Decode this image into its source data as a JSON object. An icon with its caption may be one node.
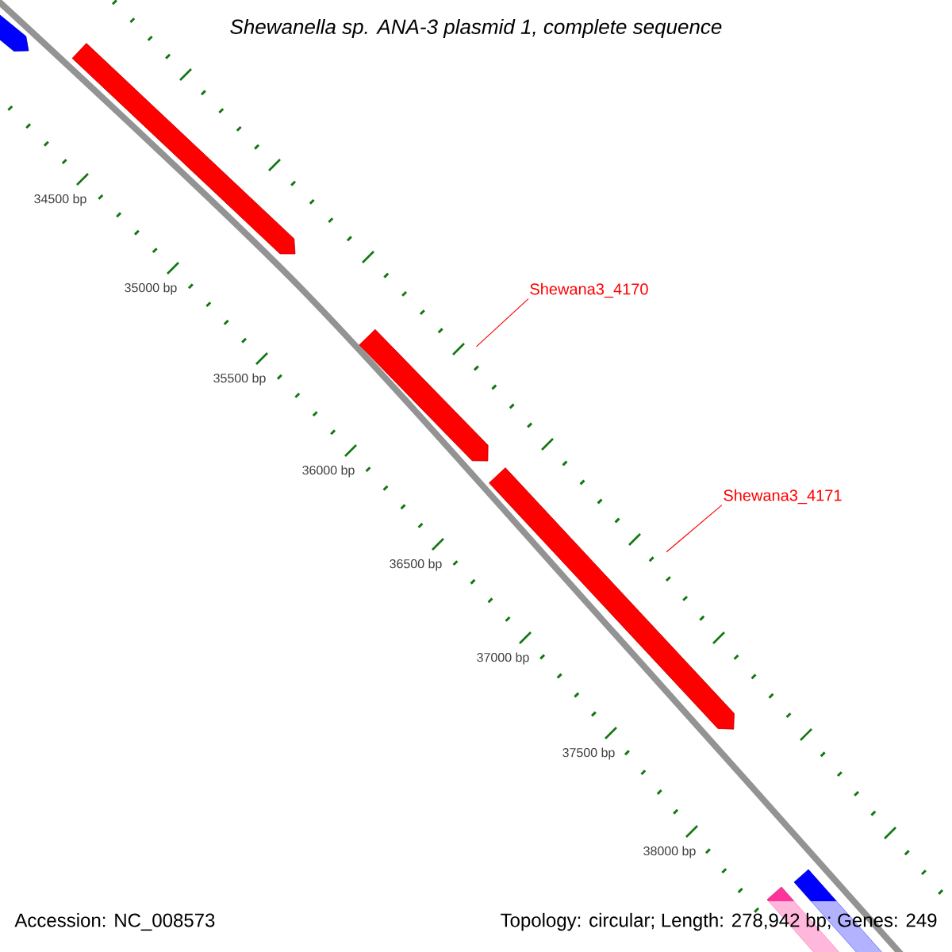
{
  "diagram": {
    "title": "Shewanella sp. ANA-3 plasmid 1, complete sequence",
    "nodes": [
      {
        "text": [
          "Shewana3_4170"
        ]
      },
      {
        "text": [],
        "shape": "arrow"
      },
      {
        "text": [
          "Shewana3_4171"
        ]
      },
      {
        "text": [],
        "shape": "arrow"
      }
    ],
    "edges": [
      {
        "from": 0,
        "to": 1,
        "arrow": "none"
      },
      {
        "from": 2,
        "to": 3,
        "arrow": "none"
      }
    ],
    "labels": [
      "34500 bp",
      "35000 bp",
      "35500 bp",
      "36000 bp",
      "36500 bp",
      "37000 bp",
      "37500 bp",
      "38000 bp",
      "Accession: NC_008573",
      "Topology: circular; Length: 278,942 bp; Genes: 249"
    ]
  }
}
